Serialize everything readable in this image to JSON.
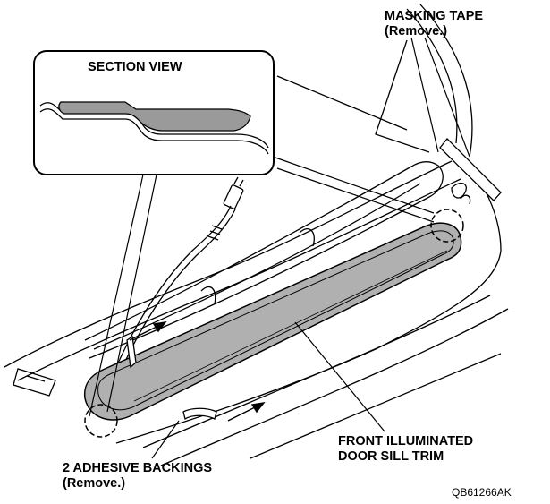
{
  "labels": {
    "masking_tape": [
      "MASKING TAPE",
      "(Remove.)"
    ],
    "section_view": "SECTION VIEW",
    "door_sill_trim": [
      "FRONT ILLUMINATED",
      "DOOR SILL TRIM"
    ],
    "adhesive_backings": [
      "2 ADHESIVE BACKINGS",
      "(Remove.)"
    ],
    "figure_code": "QB61266AK"
  },
  "colors": {
    "line": "#000000",
    "trim_fill": "#b0b0b0",
    "section_fill": "#9a9a9a",
    "background": "#ffffff"
  }
}
